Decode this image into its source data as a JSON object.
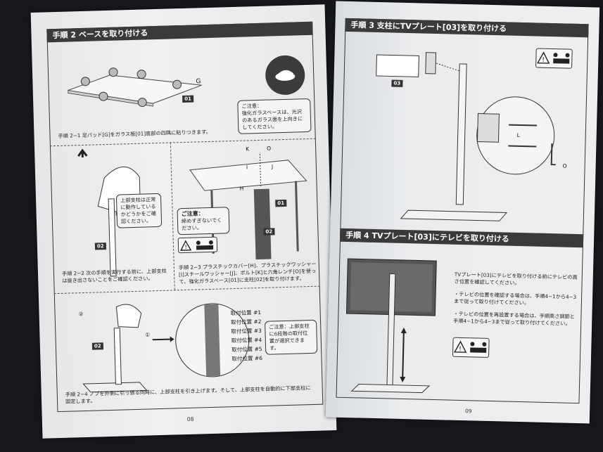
{
  "left": {
    "step2_title": "手順 2 ベースを取り付ける",
    "g_label": "G",
    "tag_01": "01",
    "tag_02": "02",
    "caution1_title": "ご注意：",
    "caution1_text": "強化ガラスベースは、光沢のあるガラス面を上向きにしてください。",
    "step2_1": "手順 2−1 足パッド[G]をガラス板[01]底部の四隅に貼りつきます。",
    "note_upper": "上部支柱は正常に動作しているかどうかをご確認ください。",
    "step2_2": "手順 2−2 次の手順を実行する前に、上部支柱は抜き出さないことをご確認ください。",
    "caution2_title": "ご注意：",
    "caution2_text": "締めすぎないでください。",
    "letters": {
      "k": "K",
      "o": "O",
      "i": "I",
      "j": "J",
      "h": "H"
    },
    "step2_3": "手順 2−3 プラスチックカバー[H]、プラスチックワッシャー[I]スチールワッシャー[J]、ボルト[K]と六角レンチ[O]を使って、強化ガラスベース[01]に支柱[02]を取り付けます。",
    "positions": [
      "取付位置 #1",
      "取付位置 #2",
      "取付位置 #3",
      "取付位置 #4",
      "取付位置 #5",
      "取付位置 #6"
    ],
    "note_positions": "ご注意：上部支柱に6段階の取付位置が選択できます。",
    "arrow1": "①",
    "arrow2": "②",
    "step2_4": "手順 2−4 ノブを外側に引っ張る同時に、上部支柱を引き上げます。そして、上部支柱を自動的に下部支柱に固定します。",
    "page_number": "08"
  },
  "right": {
    "step3_title": "手順 3 支柱にTVプレート[03]を取り付ける",
    "tag_03": "03",
    "letters": {
      "l": "L",
      "o": "O"
    },
    "step4_title": "手順 4 TVプレート[03]にテレビを取り付ける",
    "step4_text1": "TVプレート[03]にテレビを取り付ける前にテレビの高さ位置を確認してください。",
    "step4_text2": "・テレビの位置を確認する場合は、手順4−1から4−3まで従って取り付けてください。",
    "step4_text3": "・テレビの位置を再設置する場合は、手順高さ調節と手順4−1から4−3まで従って取り付けてください。",
    "page_number": "09"
  }
}
